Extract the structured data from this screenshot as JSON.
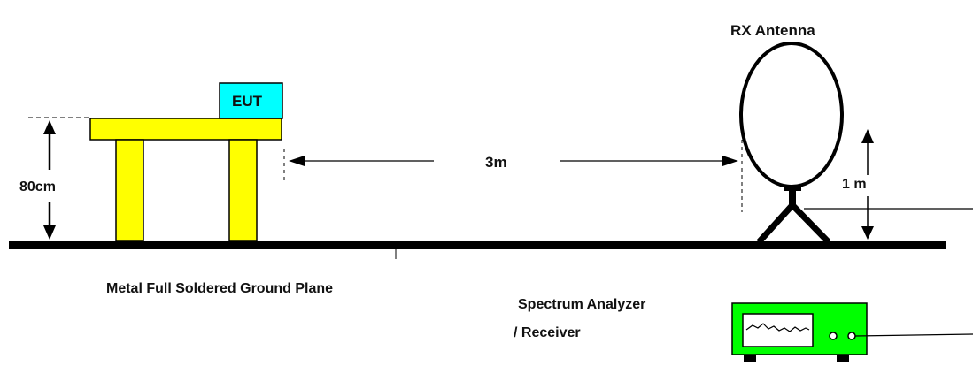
{
  "labels": {
    "rx_antenna": "RX Antenna",
    "eut": "EUT",
    "height_table": "80cm",
    "distance": "3m",
    "height_antenna": "1 m",
    "ground_plane": "Metal Full Soldered Ground Plane",
    "analyzer_line1": "Spectrum Analyzer",
    "analyzer_line2": "/ Receiver"
  },
  "colors": {
    "table": "#ffff00",
    "eut": "#00ffff",
    "analyzer": "#00ff00",
    "analyzer_screen": "#ffffff",
    "ink": "#000000"
  }
}
